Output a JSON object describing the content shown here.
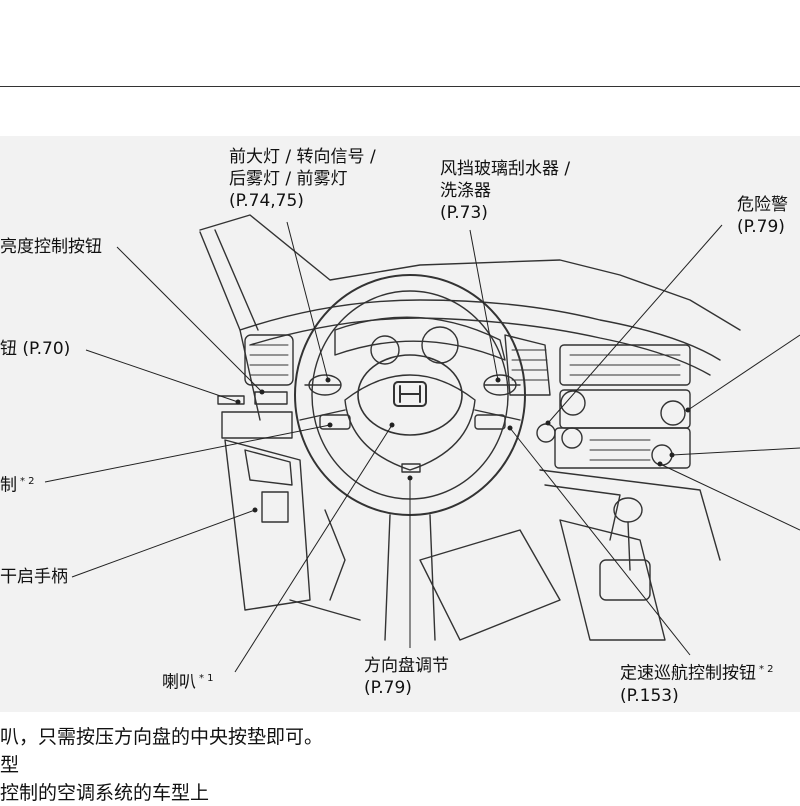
{
  "labels": {
    "headlights": {
      "line1": "前大灯 / 转向信号 /",
      "line2": "后雾灯 / 前雾灯",
      "ref": "(P.74,75)"
    },
    "wipers": {
      "line1": "风挡玻璃刮水器 /",
      "line2": "洗涤器",
      "ref": "(P.73)"
    },
    "hazard": {
      "line1": "危险警",
      "ref": "(P.79)"
    },
    "brightness": {
      "text": "亮度控制按钮"
    },
    "button_p70": {
      "text": "钮 (P.70)"
    },
    "control_left": {
      "text": "制",
      "mark": "* 2"
    },
    "release_lever": {
      "text": "干启手柄"
    },
    "horn": {
      "text": "喇叭",
      "mark": "* 1"
    },
    "steering_adjust": {
      "line1": "方向盘调节",
      "ref": "(P.79)"
    },
    "cruise": {
      "line1": "定速巡航控制按钮",
      "mark": "* 2",
      "ref": "(P.153)"
    }
  },
  "notes": [
    "叭，只需按压方向盘的中央按垫即可。",
    "型",
    "控制的空调系统的车型上"
  ]
}
